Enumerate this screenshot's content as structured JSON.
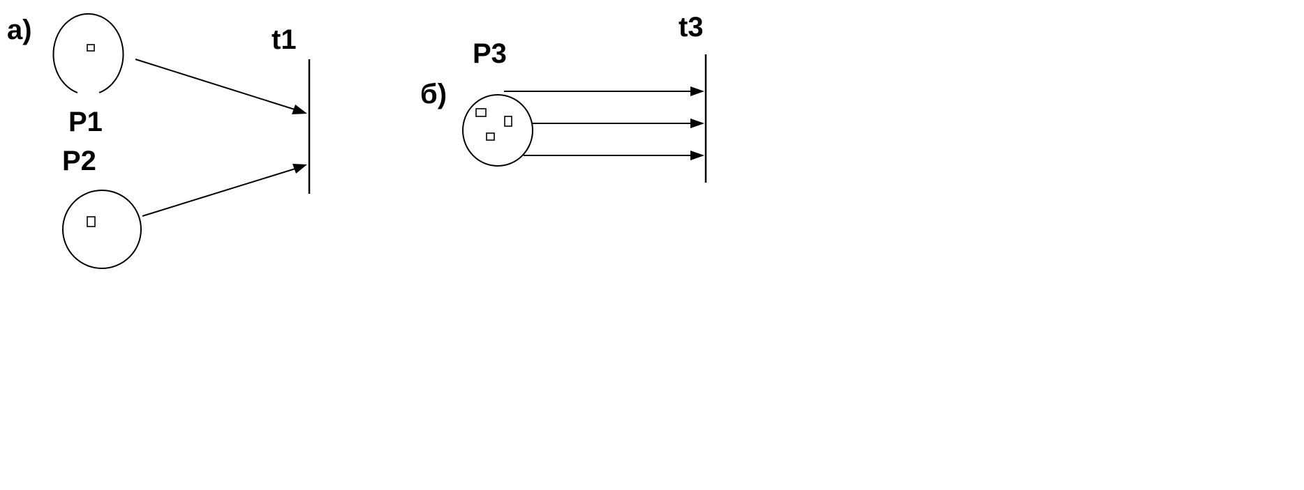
{
  "panel_a": {
    "label": "а)",
    "places": [
      {
        "id": "p1",
        "label": "P1",
        "tokens": 1
      },
      {
        "id": "p2",
        "label": "P2",
        "tokens": 1
      }
    ],
    "transition": {
      "id": "t1",
      "label": "t1"
    },
    "arcs": [
      {
        "from": "p1",
        "to": "t1"
      },
      {
        "from": "p2",
        "to": "t1"
      }
    ]
  },
  "panel_b": {
    "label": "б)",
    "places": [
      {
        "id": "p3",
        "label": "P3",
        "tokens": 3
      }
    ],
    "transition": {
      "id": "t3",
      "label": "t3"
    },
    "arcs": [
      {
        "from": "p3",
        "to": "t3"
      },
      {
        "from": "p3",
        "to": "t3"
      },
      {
        "from": "p3",
        "to": "t3"
      }
    ]
  }
}
